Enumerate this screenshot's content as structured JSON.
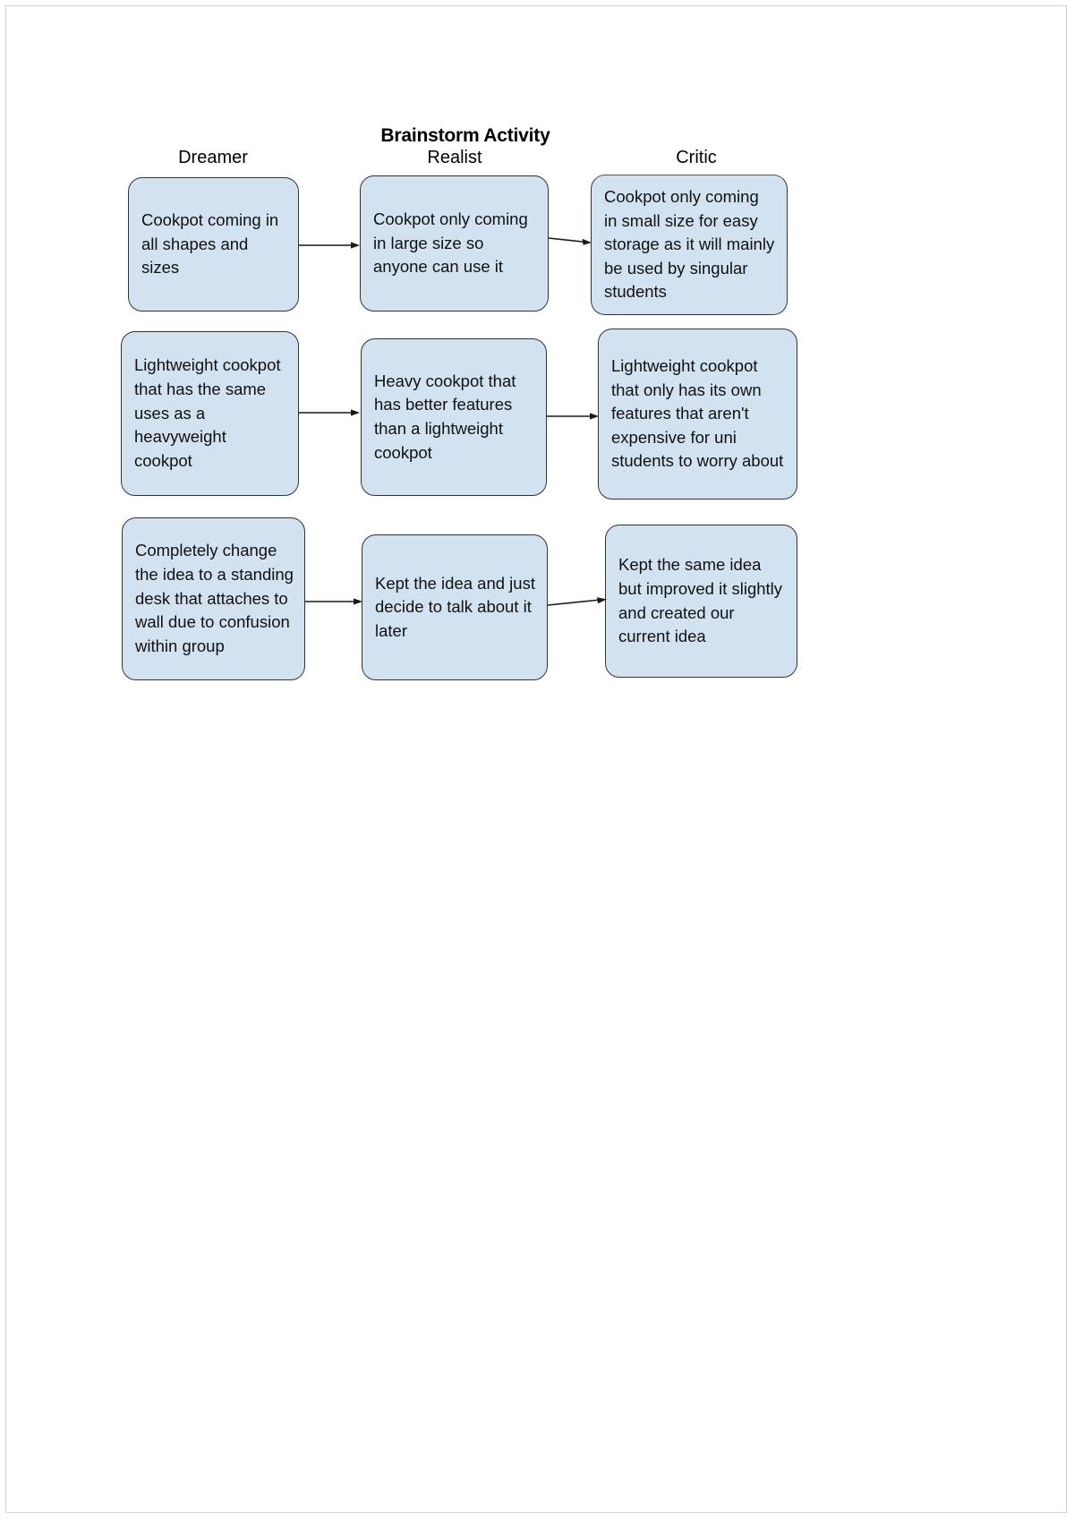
{
  "document": {
    "title": "Brainstorm Activity"
  },
  "diagram": {
    "type": "flowchart",
    "columns": [
      {
        "label": "Dreamer"
      },
      {
        "label": "Realist"
      },
      {
        "label": "Critic"
      }
    ],
    "rows": [
      {
        "dreamer": "Cookpot coming in all shapes and sizes",
        "realist": "Cookpot only coming in large size so anyone can use it",
        "critic": "Cookpot only coming in small size for easy storage as it will mainly be used by singular students"
      },
      {
        "dreamer": "Lightweight cookpot that has the same uses as a heavyweight cookpot",
        "realist": "Heavy cookpot that has better features than a lightweight cookpot",
        "critic": "Lightweight cookpot that only has its own features that aren't expensive for uni students to worry about"
      },
      {
        "dreamer": "Completely change the idea to a standing desk that attaches to wall due to confusion within group",
        "realist": "Kept the idea and just decide to talk about it later",
        "critic": "Kept the same idea but improved it slightly and created our current idea"
      }
    ],
    "connectors": [
      {
        "from": "dreamer-1",
        "to": "realist-1"
      },
      {
        "from": "realist-1",
        "to": "critic-1"
      },
      {
        "from": "dreamer-2",
        "to": "realist-2"
      },
      {
        "from": "realist-2",
        "to": "critic-2"
      },
      {
        "from": "dreamer-3",
        "to": "realist-3"
      },
      {
        "from": "realist-3",
        "to": "critic-3"
      }
    ],
    "style": {
      "node_fill": "#d3e2f0",
      "node_border": "#333333",
      "text_color": "#111111",
      "background": "#ffffff"
    }
  }
}
